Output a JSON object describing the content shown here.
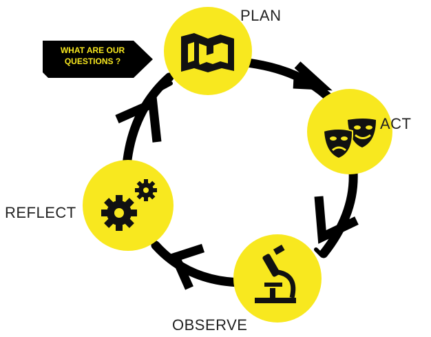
{
  "diagram": {
    "stages": {
      "plan": "PLAN",
      "act": "ACT",
      "observe": "OBSERVE",
      "reflect": "REFLECT"
    },
    "callout": {
      "line1": "WHAT ARE OUR",
      "line2": "QUESTIONS ?"
    },
    "icons": {
      "plan": "map-icon",
      "act": "theater-masks-icon",
      "observe": "microscope-icon",
      "reflect": "gears-icon"
    },
    "colors": {
      "circle": "#f8e81f",
      "arrow": "#000000",
      "callout_bg": "#000000",
      "callout_text": "#f8e81f"
    }
  }
}
